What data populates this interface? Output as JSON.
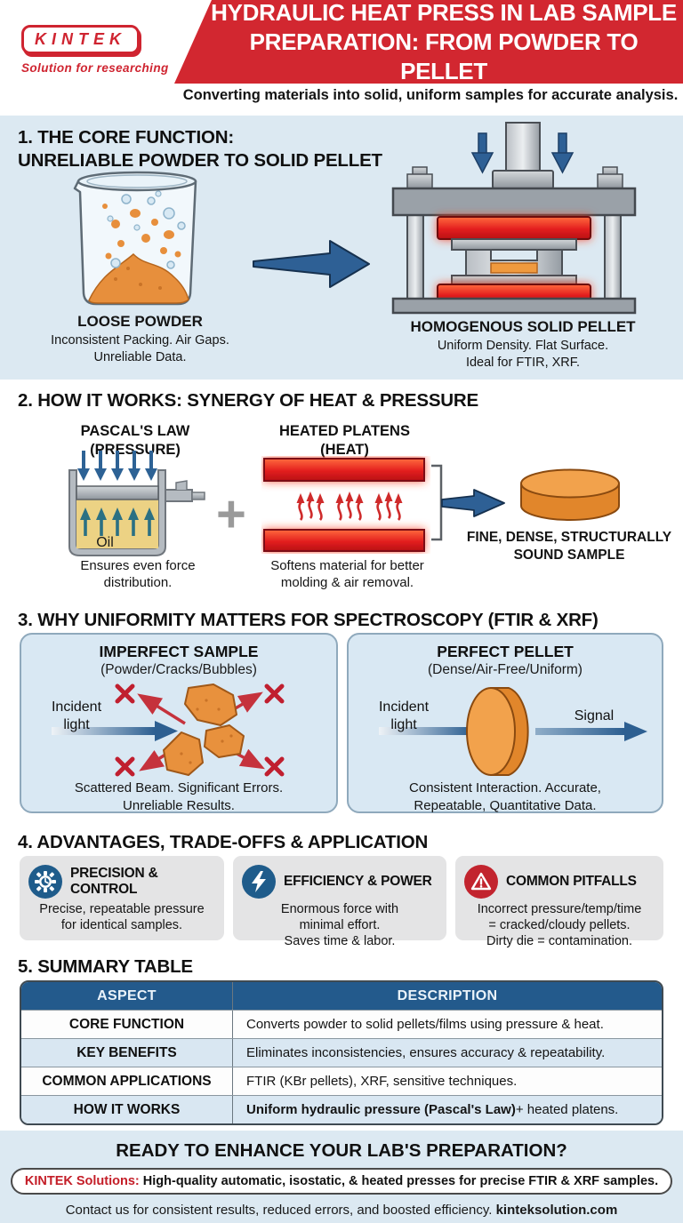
{
  "header": {
    "logo_text": "KINTEK",
    "logo_tagline": "Solution for researching",
    "title_line1": "HYDRAULIC HEAT PRESS IN LAB SAMPLE",
    "title_line2": "PREPARATION: FROM POWDER TO PELLET",
    "subtitle": "Converting materials into solid, uniform samples for accurate analysis."
  },
  "colors": {
    "brand_red": "#d22730",
    "accent_blue": "#2d5f91",
    "light_blue_bg": "#dce9f2",
    "table_header_blue": "#235a8c",
    "powder_orange": "#e8913d"
  },
  "section1": {
    "title_line1": "1. THE CORE FUNCTION:",
    "title_line2": "UNRELIABLE POWDER TO SOLID PELLET",
    "left": {
      "title": "LOOSE POWDER",
      "lines": [
        "Inconsistent Packing. Air Gaps.",
        "Unreliable Data."
      ]
    },
    "right": {
      "title": "HOMOGENOUS SOLID PELLET",
      "lines": [
        "Uniform Density. Flat Surface.",
        "Ideal for FTIR, XRF."
      ]
    }
  },
  "section2": {
    "title": "2. HOW IT WORKS: SYNERGY OF HEAT & PRESSURE",
    "plus_sign": "+",
    "pascal": {
      "title_line1": "PASCAL'S LAW",
      "title_line2": "(PRESSURE)",
      "oil_label": "Oil",
      "caption": [
        "Ensures even force",
        "distribution."
      ]
    },
    "platens": {
      "title_line1": "HEATED PLATENS",
      "title_line2": "(HEAT)",
      "caption": [
        "Softens material for better",
        "molding & air removal."
      ]
    },
    "result": {
      "caption": [
        "FINE, DENSE, STRUCTURALLY",
        "SOUND SAMPLE"
      ]
    }
  },
  "section3": {
    "title": "3. WHY UNIFORMITY MATTERS FOR SPECTROSCOPY (FTIR & XRF)",
    "imperfect": {
      "title": "IMPERFECT SAMPLE",
      "subtitle": "(Powder/Cracks/Bubbles)",
      "incident_line1": "Incident",
      "incident_line2": "light",
      "caption": [
        "Scattered Beam. Significant Errors.",
        "Unreliable Results."
      ]
    },
    "perfect": {
      "title": "PERFECT PELLET",
      "subtitle": "(Dense/Air-Free/Uniform)",
      "incident_line1": "Incident",
      "incident_line2": "light",
      "signal_label": "Signal",
      "caption": [
        "Consistent Interaction. Accurate,",
        "Repeatable, Quantitative Data."
      ]
    }
  },
  "section4": {
    "title": "4. ADVANTAGES, TRADE-OFFS & APPLICATION",
    "cards": [
      {
        "icon": "gear-icon",
        "title": "PRECISION & CONTROL",
        "lines": [
          "Precise, repeatable pressure",
          "for identical samples.",
          ""
        ]
      },
      {
        "icon": "lightning-icon",
        "title": "EFFICIENCY & POWER",
        "lines": [
          "Enormous force with",
          "minimal effort.",
          "Saves time & labor."
        ]
      },
      {
        "icon": "warning-icon",
        "title": "COMMON PITFALLS",
        "lines": [
          "Incorrect pressure/temp/time",
          "= cracked/cloudy pellets.",
          "Dirty die = contamination."
        ]
      }
    ]
  },
  "section5": {
    "title": "5. SUMMARY TABLE",
    "table": {
      "headers": [
        "ASPECT",
        "DESCRIPTION"
      ],
      "rows": [
        {
          "aspect": "CORE FUNCTION",
          "description": "Converts powder to solid pellets/films using pressure & heat."
        },
        {
          "aspect": "KEY BENEFITS",
          "description": "Eliminates inconsistencies, ensures accuracy & repeatability."
        },
        {
          "aspect": "COMMON APPLICATIONS",
          "description": "FTIR (KBr pellets), XRF, sensitive techniques."
        },
        {
          "aspect": "HOW IT WORKS",
          "description_bold": "Uniform hydraulic pressure (Pascal's Law)",
          "description_rest": " + heated platens."
        }
      ]
    }
  },
  "footer": {
    "heading": "READY TO ENHANCE YOUR LAB'S PREPARATION?",
    "pill_brand": "KINTEK Solutions:",
    "pill_text": " High-quality automatic, isostatic, & heated presses for precise FTIR & XRF samples.",
    "contact_text": "Contact us for consistent results, reduced errors, and boosted efficiency. ",
    "contact_domain": "kinteksolution.com"
  }
}
